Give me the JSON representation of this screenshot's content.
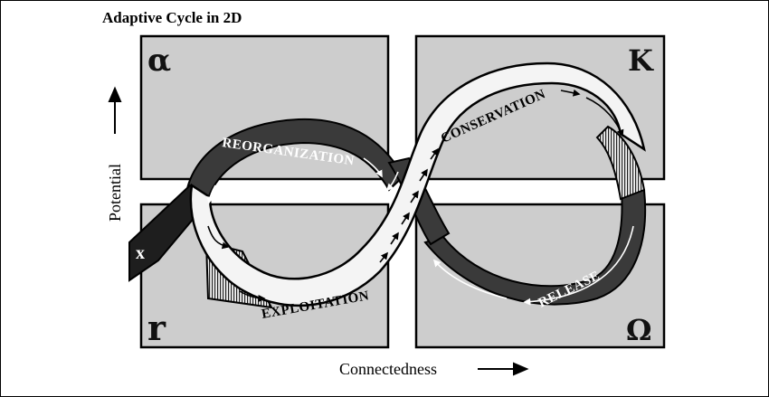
{
  "title": "Adaptive Cycle in 2D",
  "quadrants": {
    "alpha": "α",
    "k": "K",
    "r": "r",
    "omega": "Ω"
  },
  "exit_label": "x",
  "phases": {
    "reorganization": "REORGANIZATION",
    "conservation": "CONSERVATION",
    "exploitation": "EXPLOITATION",
    "release": "RELEASE"
  },
  "axes": {
    "y": "Potential",
    "x": "Connectedness"
  },
  "colors": {
    "quadrant_fill": "#cdcdcd",
    "dark_band": "#3a3a3a",
    "light_band": "#f4f4f4",
    "outline": "#000000"
  }
}
